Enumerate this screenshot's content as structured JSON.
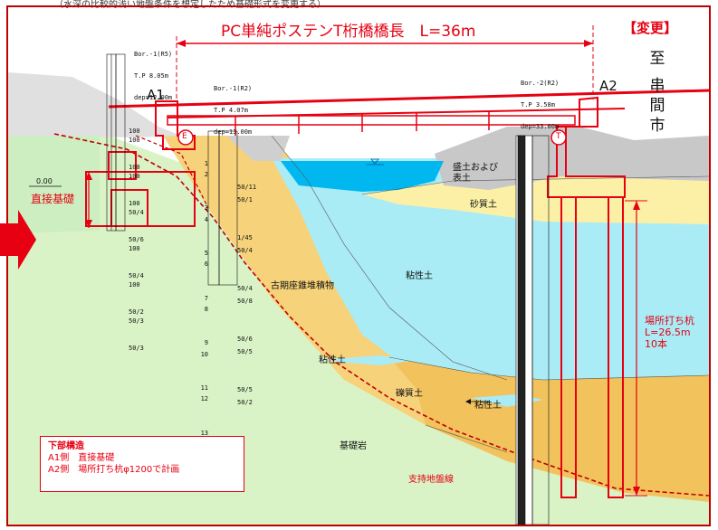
{
  "header_fragment": "（水深の比較的浅い地盤条件を想定したため基礎形式を変更する）",
  "title": "PC単純ポステンT桁橋橋長　L=36m",
  "change_tag": "【変更】",
  "direction_label": [
    "至",
    "串",
    "間",
    "市"
  ],
  "abutments": {
    "a1": "A1",
    "a2": "A2"
  },
  "datum": "0.00",
  "direct_foundation": "直接基礎",
  "soil_layers": {
    "embankment": "盛土および表土",
    "sandy": "砂質土",
    "clay_upper": "粘性土",
    "old_fan": "古期座錐堆積物",
    "clay_lens": "粘性土",
    "gravel": "礫質土",
    "clay_small": "粘性土",
    "bedrock": "基礎岩",
    "support_line": "支持地盤線"
  },
  "pile_note": [
    "場所打ち杭",
    "L=26.5m",
    "10本"
  ],
  "boreholes": [
    {
      "name": "Bor.-1(R5)",
      "tp": "T.P 8.05m",
      "dep": "dep=12.00m"
    },
    {
      "name": "Bor.-1(R2)",
      "tp": "T.P 4.07m",
      "dep": "dep=13.00m"
    },
    {
      "name": "Bor.-2(R2)",
      "tp": "T.P 3.58m",
      "dep": "dep=33.00m"
    }
  ],
  "markers": {
    "left": "E",
    "right": "T"
  },
  "bor1_spt": [
    "100",
    "100",
    "100",
    "100",
    "100",
    "50/4",
    "50/6",
    "100",
    "50/4",
    "100",
    "50/2",
    "50/3",
    "50/3"
  ],
  "bor1r2_spt": [
    "50/11",
    "50/1",
    "1/45",
    "50/4",
    "50/4",
    "50/8",
    "50/6",
    "50/5",
    "50/5",
    "50/2"
  ],
  "depth_ticks": [
    "1",
    "2",
    "3",
    "4",
    "5",
    "6",
    "7",
    "8",
    "9",
    "10",
    "11",
    "12",
    "13"
  ],
  "legend": {
    "title": "下部構造",
    "lines": [
      "A1側　直接基礎",
      "A2側　場所打ち杭φ1200で計画"
    ]
  },
  "colors": {
    "frame": "#c00000",
    "accent": "#e60012",
    "water": "#00b7ef",
    "clay": "#a9ecf6",
    "fan": "#f6d27a",
    "gravel": "#f2c25c",
    "bedrock": "#d9f2c6",
    "sand": "#fbf0a6",
    "fill": "#c8c8c8"
  }
}
